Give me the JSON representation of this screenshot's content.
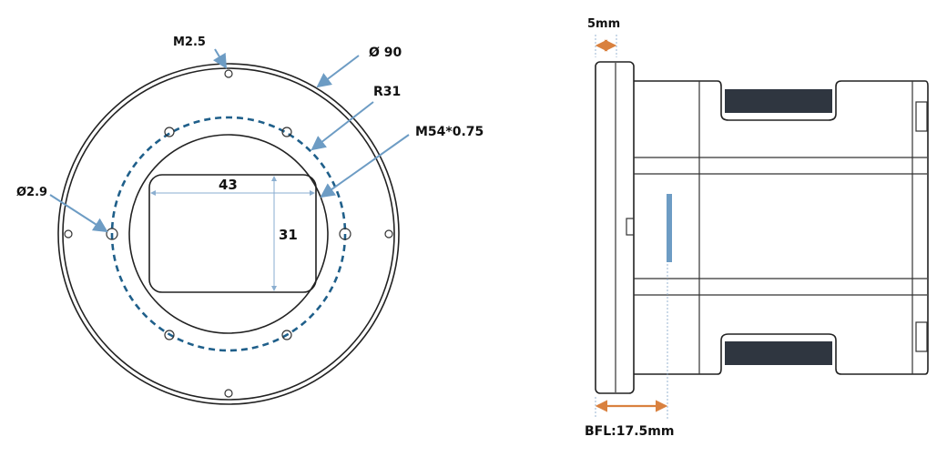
{
  "front_view": {
    "labels": {
      "screw": "M2.5",
      "outer_diameter": "Ø 90",
      "radius": "R31",
      "thread": "M54*0.75",
      "hole_diameter": "Ø2.9",
      "sensor_width": "43",
      "sensor_height": "31"
    }
  },
  "side_view": {
    "labels": {
      "flange_thickness": "5mm",
      "back_focal_length": "BFL:17.5mm"
    }
  },
  "colors": {
    "outline": "#222222",
    "leader": "#6d9cc4",
    "dashed_circle": "#1f5f8a",
    "dimension_arrow": "#d9813f",
    "sensor": "#6d9cc4"
  }
}
